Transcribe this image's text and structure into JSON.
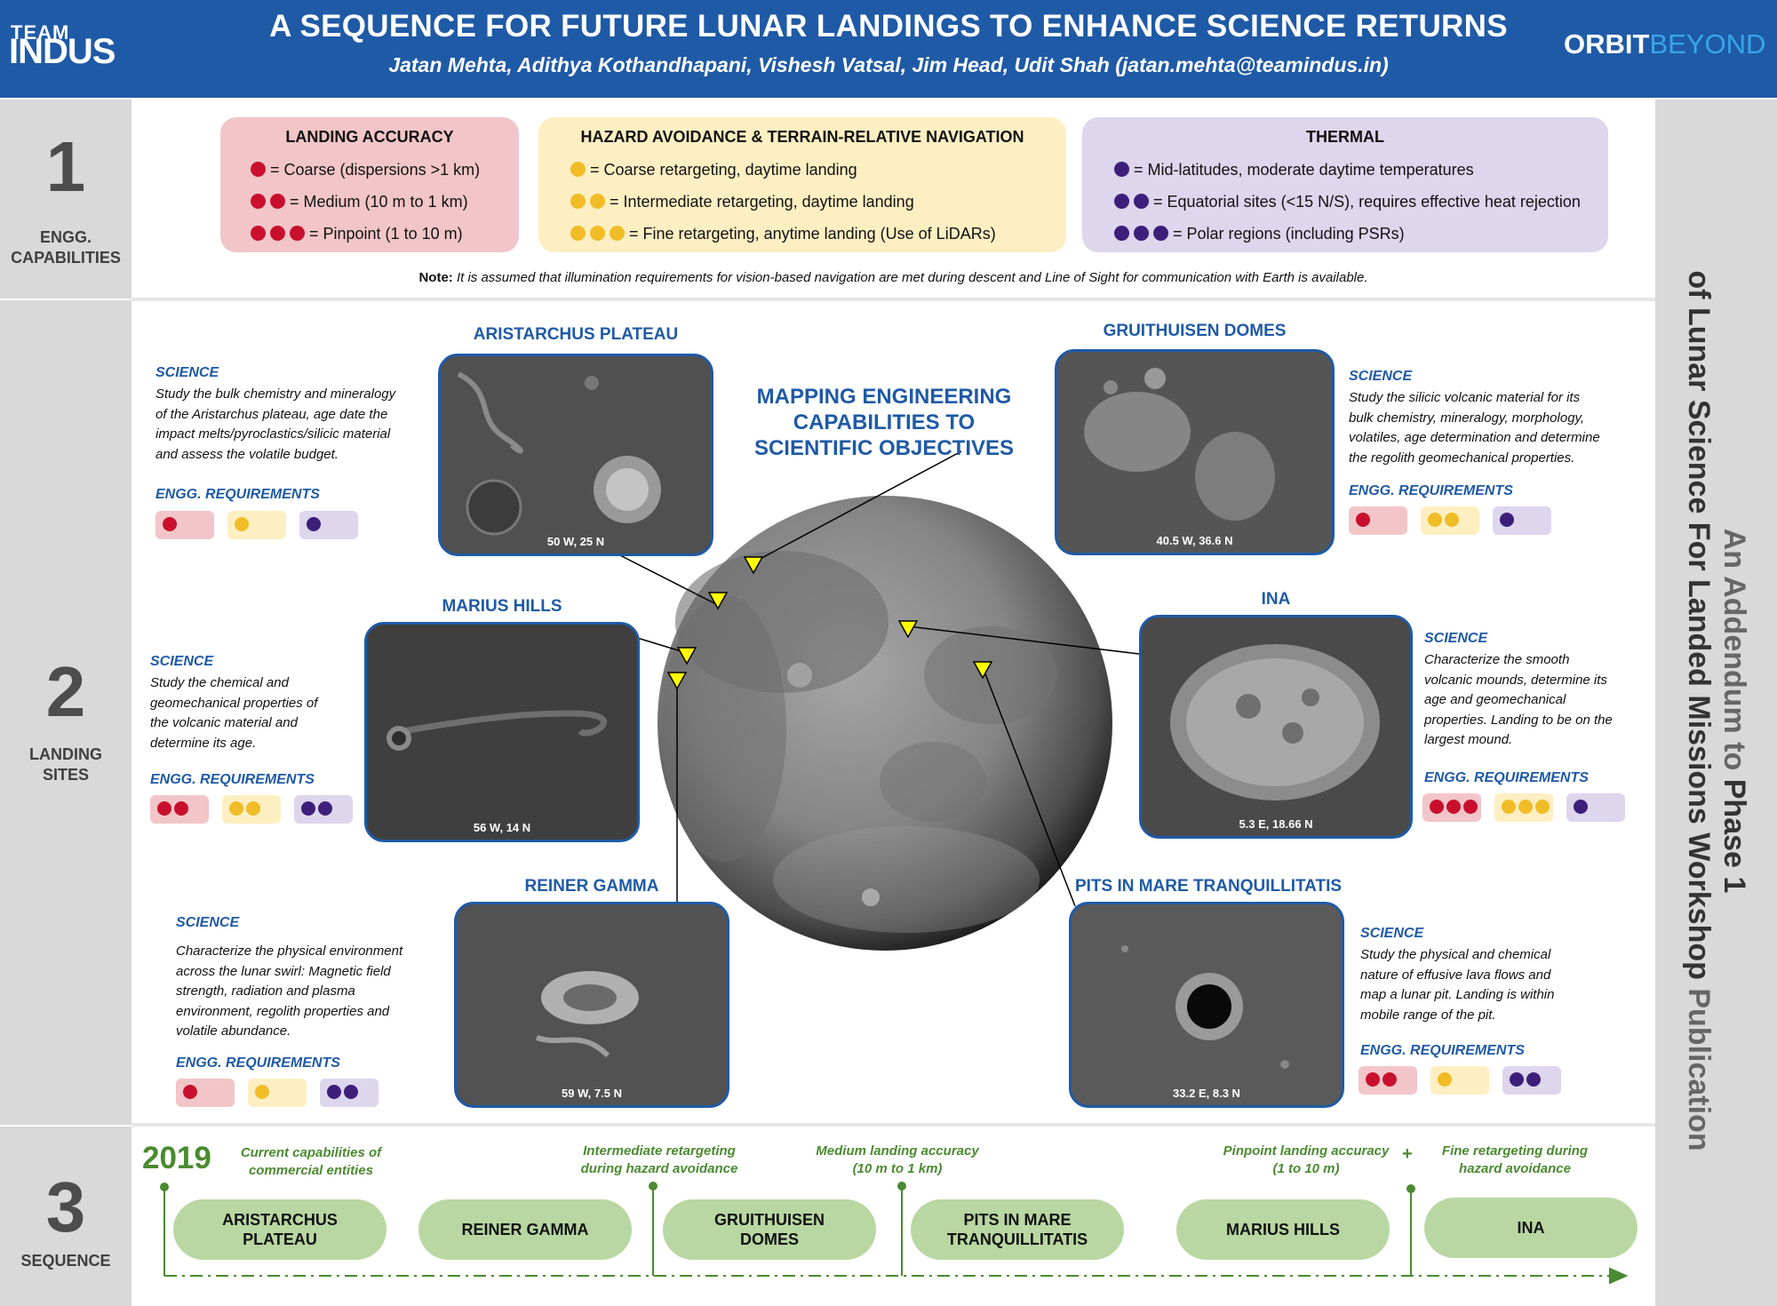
{
  "header": {
    "logo_team": "TEAM",
    "logo_indus": "INDUS",
    "title": "A SEQUENCE FOR FUTURE LUNAR LANDINGS TO ENHANCE SCIENCE RETURNS",
    "authors": "Jatan Mehta, Adithya Kothandhapani, Vishesh Vatsal, Jim Head, Udit Shah (jatan.mehta@teamindus.in)",
    "logo_orbit": "ORBIT",
    "logo_beyond": "BEYOND"
  },
  "sections": [
    {
      "number": "1",
      "label_line1": "ENGG.",
      "label_line2": "CAPABILITIES"
    },
    {
      "number": "2",
      "label_line1": "LANDING",
      "label_line2": "SITES"
    },
    {
      "number": "3",
      "label_line1": "SEQUENCE",
      "label_line2": ""
    }
  ],
  "side_banner": {
    "line1_prefix": "An Addendum to ",
    "line1_bold": "Phase 1",
    "line2_bold": "of Lunar Science For Landed Missions Workshop",
    "line2_rest": " Publication"
  },
  "capabilities": {
    "landing": {
      "title": "LANDING ACCURACY",
      "items": [
        "= Coarse (dispersions >1 km)",
        "= Medium (10 m to 1 km)",
        "= Pinpoint (1 to 10 m)"
      ]
    },
    "hazard": {
      "title": "HAZARD AVOIDANCE & TERRAIN-RELATIVE NAVIGATION",
      "items": [
        "= Coarse retargeting, daytime landing",
        "= Intermediate retargeting, daytime landing",
        "= Fine retargeting, anytime landing (Use of LiDARs)"
      ]
    },
    "thermal": {
      "title": "THERMAL",
      "items": [
        "= Mid-latitudes, moderate daytime temperatures",
        "= Equatorial sites (<15 N/S), requires effective heat rejection",
        "= Polar regions (including PSRs)"
      ]
    },
    "note_bold": "Note:",
    "note": " It is assumed that illumination requirements for vision-based navigation are met during descent and Line of Sight for communication with Earth is available.",
    "colors": {
      "red": "#c8102e",
      "yellow": "#f0bd26",
      "purple": "#3d1f7a"
    }
  },
  "center_title": [
    "MAPPING ENGINEERING",
    "CAPABILITIES TO",
    "SCIENTIFIC OBJECTIVES"
  ],
  "labels": {
    "science": "SCIENCE",
    "engg_req": "ENGG. REQUIREMENTS"
  },
  "sites": {
    "aristarchus": {
      "name": "ARISTARCHUS PLATEAU",
      "coord": "50 W, 25 N",
      "science": [
        "Study the bulk chemistry and mineralogy",
        "of the Aristarchus plateau, age date the",
        "impact melts/pyroclastics/silicic material",
        "and assess the volatile budget."
      ],
      "req": [
        1,
        1,
        1
      ]
    },
    "gruithuisen": {
      "name": "GRUITHUISEN DOMES",
      "coord": "40.5 W, 36.6 N",
      "science": [
        "Study the silicic volcanic material for its",
        "bulk chemistry, mineralogy, morphology,",
        "volatiles, age determination and determine",
        "the regolith geomechanical properties."
      ],
      "req": [
        1,
        2,
        1
      ]
    },
    "marius": {
      "name": "MARIUS HILLS",
      "coord": "56 W, 14 N",
      "science": [
        "Study the chemical and",
        "geomechanical properties of",
        "the volcanic material and",
        "determine its age."
      ],
      "req": [
        2,
        2,
        2
      ]
    },
    "ina": {
      "name": "INA",
      "coord": "5.3 E, 18.66 N",
      "science": [
        "Characterize the smooth",
        "volcanic mounds, determine its",
        "age and geomechanical",
        "properties. Landing to be on the",
        "largest mound."
      ],
      "req": [
        3,
        3,
        1
      ]
    },
    "reiner": {
      "name": "REINER GAMMA",
      "coord": "59 W, 7.5 N",
      "science": [
        "Characterize the physical environment",
        "across the lunar swirl: Magnetic field",
        "strength, radiation and plasma",
        "environment, regolith properties and",
        "volatile abundance."
      ],
      "req": [
        1,
        1,
        2
      ]
    },
    "pits": {
      "name": "PITS IN MARE TRANQUILLITATIS",
      "coord": "33.2 E, 8.3 N",
      "science": [
        "Study the physical and chemical",
        "nature of effusive lava flows and",
        "map a lunar pit. Landing is within",
        "mobile range of the pit."
      ],
      "req": [
        2,
        1,
        2
      ]
    }
  },
  "sequence": {
    "year": "2019",
    "labels": [
      [
        "Current capabilities of",
        "commercial entities"
      ],
      [
        "Intermediate retargeting",
        "during hazard avoidance"
      ],
      [
        "Medium landing accuracy",
        "(10 m to 1 km)"
      ],
      [
        "Pinpoint landing accuracy",
        "(1 to 10 m)"
      ],
      [
        "Fine retargeting during",
        "hazard avoidance"
      ]
    ],
    "plus": "+",
    "steps": [
      [
        "ARISTARCHUS",
        "PLATEAU"
      ],
      [
        "REINER GAMMA",
        ""
      ],
      [
        "GRUITHUISEN",
        "DOMES"
      ],
      [
        "PITS IN MARE",
        "TRANQUILLITATIS"
      ],
      [
        "MARIUS HILLS",
        ""
      ],
      [
        "INA",
        ""
      ]
    ],
    "color": "#4a8a30"
  }
}
